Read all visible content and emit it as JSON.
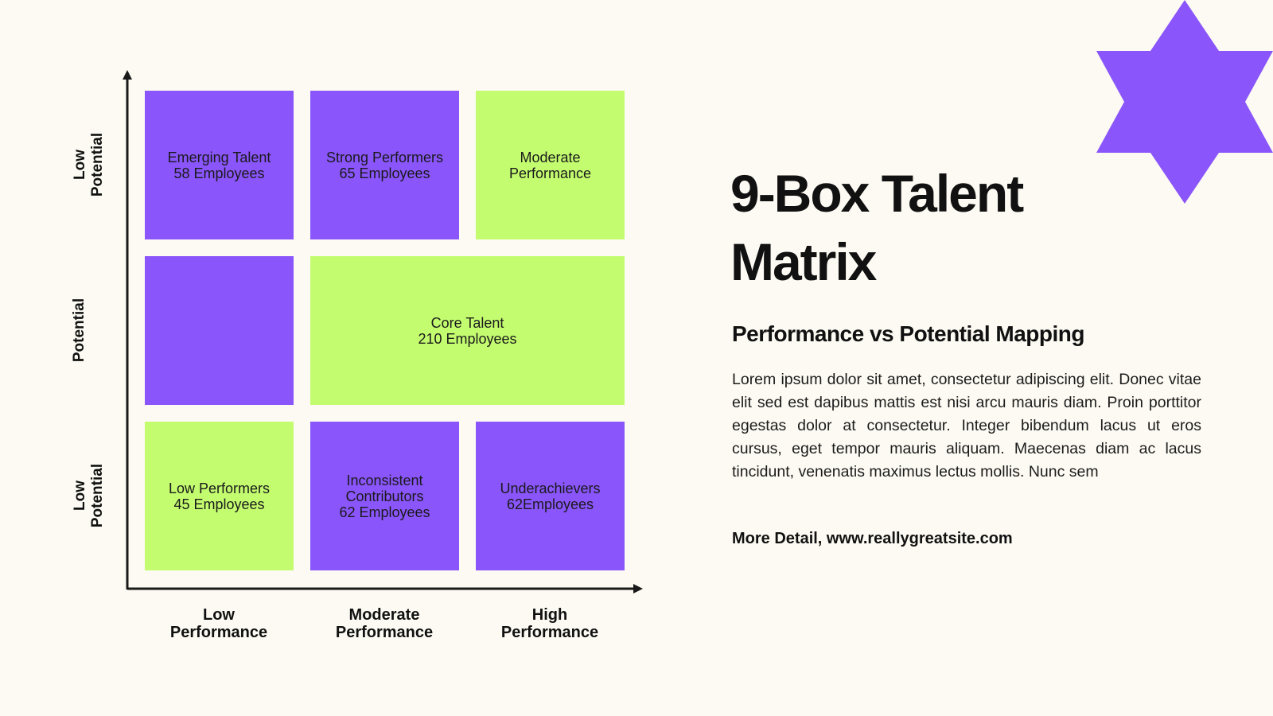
{
  "matrix": {
    "cells": [
      {
        "lines": [
          "Emerging Talent",
          "58 Employees"
        ]
      },
      {
        "lines": [
          "Strong Performers",
          "65 Employees"
        ]
      },
      {
        "lines": [
          "Moderate",
          "Performance"
        ]
      },
      {
        "lines": []
      },
      {
        "lines": [
          "Core Talent",
          "210 Employees"
        ]
      },
      {
        "lines": [
          "Low Performers",
          "45 Employees"
        ]
      },
      {
        "lines": [
          "Inconsistent",
          "Contributors",
          "62 Employees"
        ]
      },
      {
        "lines": [
          "Underachievers",
          "62Employees"
        ]
      }
    ],
    "y_labels": [
      {
        "lines": [
          "Low",
          "Potential"
        ]
      },
      {
        "lines": [
          "Potential"
        ]
      },
      {
        "lines": [
          "Low",
          "Potential"
        ]
      }
    ],
    "x_labels": [
      {
        "lines": [
          "Low",
          "Performance"
        ]
      },
      {
        "lines": [
          "Moderate",
          "Performance"
        ]
      },
      {
        "lines": [
          "High",
          "Performance"
        ]
      }
    ]
  },
  "title_lines": [
    "9-Box Talent",
    "Matrix"
  ],
  "subtitle": "Performance vs Potential Mapping",
  "body": "Lorem ipsum dolor sit amet, consectetur adipiscing elit. Donec vitae elit sed est dapibus mattis est nisi arcu mauris diam. Proin porttitor egestas dolor at consectetur. Integer bibendum lacus ut eros cursus, eget tempor mauris aliquam. Maecenas diam ac lacus tincidunt, venenatis maximus lectus mollis. Nunc sem",
  "more_detail": "More Detail, www.reallygreatsite.com",
  "colors": {
    "purple": "#8a55fb",
    "green": "#c4fc70",
    "background": "#fcfaf2",
    "text": "#111111"
  },
  "icons": [
    "six-point-star-icon",
    "arrow-up-icon",
    "arrow-right-icon"
  ]
}
